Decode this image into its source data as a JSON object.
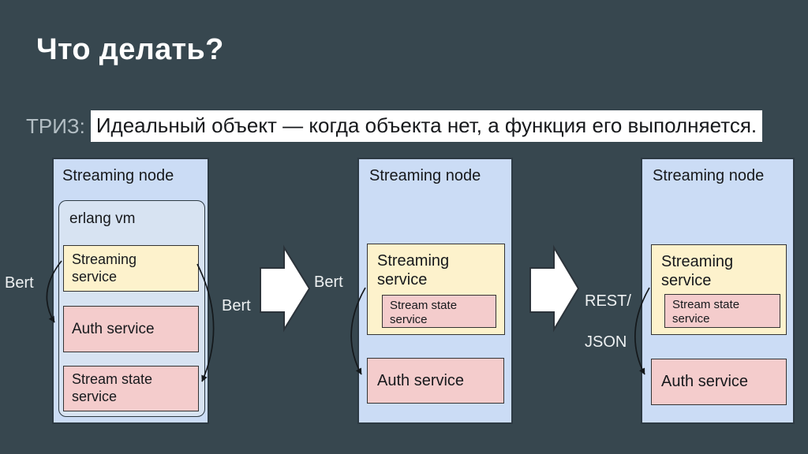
{
  "title": "Что делать?",
  "subtitle": {
    "prefix": "ТРИЗ:",
    "highlight": "Идеальный объект — когда объекта нет, а функция его выполняется."
  },
  "arrows": {
    "bert_d1_left": "Bert",
    "bert_d1_right": "Bert",
    "bert_mid": "Bert",
    "rest_line1": "REST/",
    "rest_line2": "JSON"
  },
  "diagrams": [
    {
      "node_title": "Streaming node",
      "vm_label": "erlang vm",
      "streaming_service": "Streaming service",
      "auth_service": "Auth service",
      "stream_state_service": "Stream state service"
    },
    {
      "node_title": "Streaming node",
      "streaming_service": "Streaming service",
      "stream_state_service": "Stream state service",
      "auth_service": "Auth service"
    },
    {
      "node_title": "Streaming node",
      "streaming_service": "Streaming service",
      "stream_state_service": "Stream state service",
      "auth_service": "Auth service"
    }
  ],
  "colors": {
    "background": "#37474f",
    "node_fill": "#cbdcf5",
    "vm_fill": "#d7e3f2",
    "service_yellow": "#fdf2cc",
    "service_pink": "#f4cccc",
    "node_border": "#2d3a43",
    "box_border": "#333333",
    "label_light": "#eef1f2",
    "text_dark": "#17191c",
    "highlight_bg": "#ffffff",
    "triz_color": "#b3bec4"
  }
}
